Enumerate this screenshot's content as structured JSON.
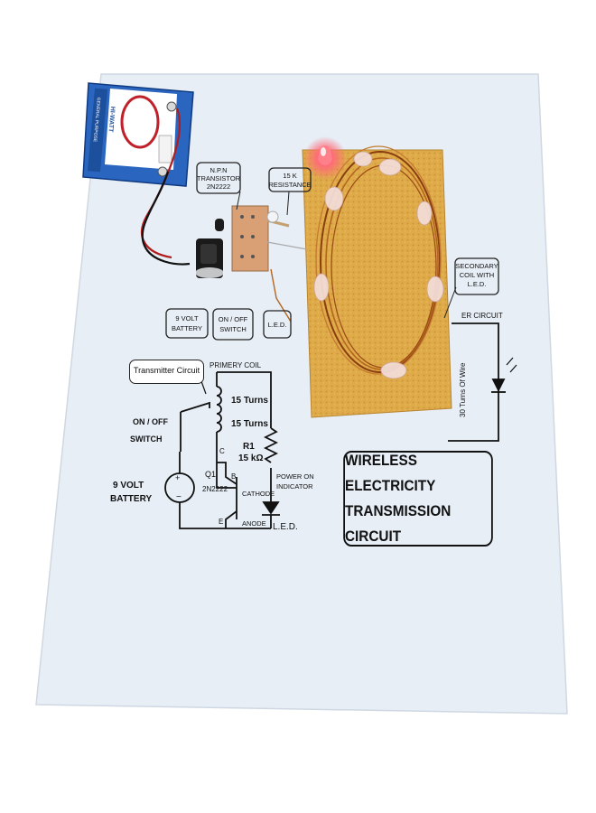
{
  "labels": {
    "transistor": [
      "N.P.N",
      "TRANSISTOR",
      "2N2222"
    ],
    "resistance": [
      "15 K",
      "RESISTANCE"
    ],
    "secondary_coil": [
      "SECONDARY",
      "COIL WITH",
      "L.E.D."
    ],
    "battery": [
      "9 VOLT",
      "BATTERY"
    ],
    "switch": [
      "ON / OFF",
      "SWITCH"
    ],
    "led": "L.E.D."
  },
  "schematic": {
    "transmitter_circuit": "Transmitter Circuit",
    "primary_coil": "PRIMERY COIL",
    "turns_top": "15 Turns",
    "turns_bottom": "15 Turns",
    "switch_label": [
      "ON / OFF",
      "SWITCH"
    ],
    "battery_label": [
      "9 VOLT",
      "BATTERY"
    ],
    "resistor_name": "R1",
    "resistor_value": "15 kΩ",
    "transistor_name": "Q1",
    "transistor_model": "2N2222",
    "pin_c": "C",
    "pin_b": "B",
    "pin_e": "E",
    "cathode": "CATHODE",
    "anode": "ANODE",
    "power_indicator": [
      "POWER ON",
      "INDICATOR"
    ],
    "led": "L.E.D.",
    "receiver_partial": "ER CIRCUIT",
    "turns_partial": "30 Turns Of Wire"
  },
  "title": [
    "WIRELESS ELECTRICITY",
    "TRANSMISSION CIRCUIT"
  ],
  "battery_brand": "HI-WATT",
  "battery_text": "GENERAL PURPOSE",
  "colors": {
    "board": "#e9f0f7",
    "sponge": "#e0ae4d",
    "battery_blue": "#1f5fb5",
    "copper": "#b5651d",
    "led_red": "#ff4a5a"
  }
}
